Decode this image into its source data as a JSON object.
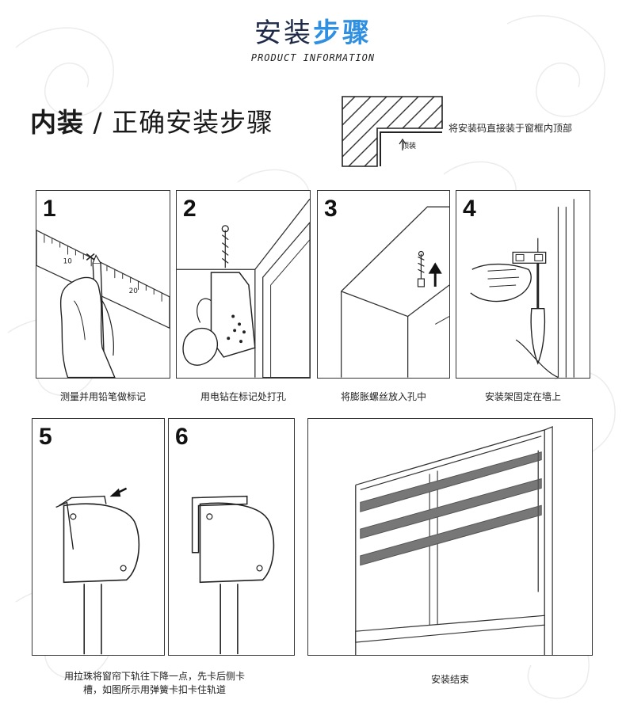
{
  "header": {
    "title_part1": "安装",
    "title_part2": "步骤",
    "subtitle": "PRODUCT INFORMATION"
  },
  "section": {
    "heading_bold": "内装",
    "heading_rest": " / 正确安装步骤",
    "install_note": "将安装码直接装于窗框内顶部",
    "top_label": "顶装"
  },
  "steps": [
    {
      "number": "1",
      "caption": "测量并用铅笔做标记"
    },
    {
      "number": "2",
      "caption": "用电钻在标记处打孔"
    },
    {
      "number": "3",
      "caption": "将膨胀螺丝放入孔中"
    },
    {
      "number": "4",
      "caption": "安装架固定在墙上"
    },
    {
      "number": "5",
      "caption_line1": "用拉珠将窗帘下轨往下降一点，先卡后侧卡",
      "caption_line2": "槽，如图所示用弹簧卡扣卡住轨道"
    },
    {
      "number": "6"
    }
  ],
  "final": {
    "caption": "安装结束"
  },
  "ruler": {
    "labels": [
      "10",
      "20"
    ]
  },
  "colors": {
    "title_dark": "#1e2a48",
    "title_accent": "#2f8fe0",
    "stripe_gray": "#777777"
  }
}
